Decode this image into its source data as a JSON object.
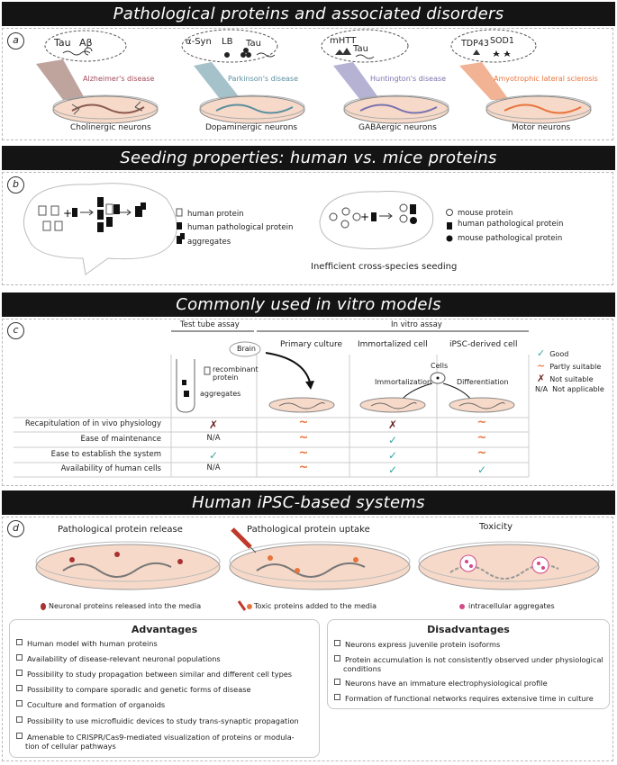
{
  "banners": {
    "a": "Pathological proteins and associated disorders",
    "b": "Seeding properties: human vs. mice proteins",
    "c": "Commonly used in vitro models",
    "d": "Human iPSC-based systems"
  },
  "panel_labels": {
    "a": "a",
    "b": "b",
    "c": "c",
    "d": "d"
  },
  "panel_a": {
    "dishes": [
      {
        "proteins": [
          "Tau",
          "Aβ"
        ],
        "disease": "Alzheimer's disease",
        "neurons": "Cholinergic neurons",
        "color": "#8a5a4e"
      },
      {
        "proteins": [
          "α-Syn",
          "LB",
          "Tau"
        ],
        "disease": "Parkinson's disease",
        "neurons": "Dopaminergic neurons",
        "color": "#5b8fa0"
      },
      {
        "proteins": [
          "mHTT",
          "Tau"
        ],
        "disease": "Huntington's disease",
        "neurons": "GABAergic neurons",
        "color": "#7a73b0"
      },
      {
        "proteins": [
          "TDP43",
          "SOD1"
        ],
        "disease": "Amyotrophic lateral sclerosis",
        "neurons": "Motor neurons",
        "color": "#e8743c"
      }
    ]
  },
  "panel_b": {
    "human_legend": [
      "human protein",
      "human pathological protein",
      "aggregates"
    ],
    "mouse_legend": [
      "mouse protein",
      "human pathological protein",
      "mouse pathological protein"
    ],
    "caption": "Inefficient cross-species seeding"
  },
  "panel_c": {
    "header_test_tube": "Test tube assay",
    "header_in_vitro": "In vitro assay",
    "brain": "Brain",
    "recombinant": "recombinant protein",
    "aggregates": "aggregates",
    "col_primary": "Primary culture",
    "col_immortalized": "Immortalized cell",
    "col_ipsc": "iPSC-derived cell",
    "cells": "Cells",
    "immortalization": "Immortalization",
    "differentiation": "Differentiation",
    "rows": [
      {
        "label": "Recapitulation of in vivo physiology",
        "values": [
          "x",
          "~",
          "x",
          "~"
        ]
      },
      {
        "label": "Ease of maintenance",
        "values": [
          "N/A",
          "~",
          "v",
          "~"
        ]
      },
      {
        "label": "Ease to establish the system",
        "values": [
          "v",
          "~",
          "v",
          "~"
        ]
      },
      {
        "label": "Availability of human cells",
        "values": [
          "N/A",
          "~",
          "v",
          "v"
        ]
      }
    ],
    "legend": [
      {
        "sym": "v",
        "text": "Good"
      },
      {
        "sym": "~",
        "text": "Partly suitable"
      },
      {
        "sym": "x",
        "text": "Not suitable"
      },
      {
        "sym": "N/A",
        "text": "Not applicable"
      }
    ],
    "colors": {
      "good": "#3aa6a0",
      "partly": "#e8743c",
      "not": "#6b1f1f"
    }
  },
  "panel_d": {
    "titles": [
      "Pathological protein release",
      "Pathological protein uptake",
      "Toxicity"
    ],
    "captions": [
      "Neuronal proteins released into the media",
      "Toxic proteins added to the media",
      "intracellular aggregates"
    ],
    "advantages_title": "Advantages",
    "advantages": [
      "Human model with human proteins",
      "Availability of disease-relevant neuronal populations",
      "Possibility to study propagation between similar and different cell types",
      "Possibility to compare sporadic and genetic forms of disease",
      "Coculture and formation of organoids",
      "Possibility to use microfluidic devices to study trans-synaptic propagation",
      "Amenable to CRISPR/Cas9-mediated visualization of proteins or modula-",
      "tion of cellular pathways"
    ],
    "disadvantages_title": "Disadvantages",
    "disadvantages": [
      "Neurons express juvenile protein isoforms",
      "Protein accumulation is not consistently observed under physiological",
      "conditions",
      "Neurons have an immature electrophysiological profile",
      "Formation of functional networks requires extensive time in culture"
    ]
  }
}
